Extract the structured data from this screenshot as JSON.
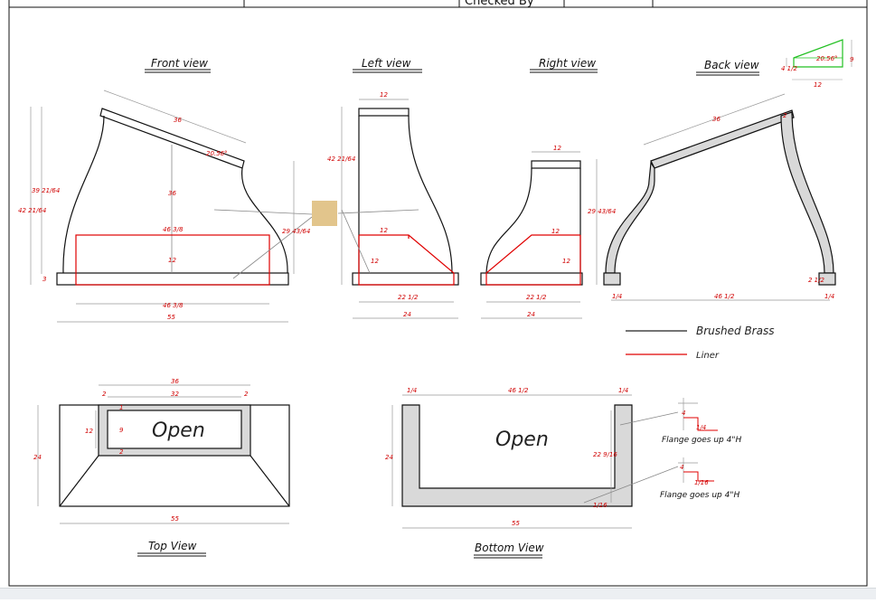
{
  "title_block": {
    "checked_by_label": "Checked By"
  },
  "views": {
    "front": "Front view",
    "left": "Left view",
    "right": "Right view",
    "back": "Back view",
    "top": "Top View",
    "bottom": "Bottom View"
  },
  "front_dims": {
    "top": "36",
    "angle": "20.56°",
    "center_h": "36",
    "width_liner": "46 3/8",
    "liner_h": "12",
    "bottom_liner": "46 3/8",
    "overall": "55",
    "h_outer": "42 21/64",
    "h_inner": "39 21/64",
    "right_h": "29 43/64",
    "base": "3"
  },
  "left_dims": {
    "top": "12",
    "h": "42 21/64",
    "liner_w": "12",
    "liner_h": "12",
    "inner": "22 1/2",
    "outer": "24"
  },
  "right_dims": {
    "top": "12",
    "h": "29 43/64",
    "liner_w": "12",
    "liner_h": "12",
    "inner": "22 1/2",
    "outer": "24"
  },
  "back_dims": {
    "top": "36",
    "corner": "2",
    "left": "1/4",
    "middle": "46 1/2",
    "right": "1/4",
    "ledge": "2 1/2"
  },
  "angle_detail": {
    "angle": "20.56°",
    "height": "9",
    "base": "12",
    "small": "4 1/2"
  },
  "legend": {
    "brass_label": "Brushed Brass",
    "liner_label": "Liner",
    "brass_color": "#222222",
    "liner_color": "#e00000"
  },
  "top_view": {
    "open": "Open",
    "width_36": "36",
    "width_32": "32",
    "left_2": "2",
    "right_2": "2",
    "h_12": "12",
    "h_9": "9",
    "top_1": "1",
    "bottom_2": "2",
    "depth_24": "24",
    "overall_55": "55"
  },
  "bottom_view": {
    "open": "Open",
    "left_14": "1/4",
    "middle": "46 1/2",
    "right_14": "1/4",
    "depth_24": "24",
    "inner_h": "22 9/16",
    "bottom_16": "1/16",
    "overall_55": "55"
  },
  "flanges": [
    {
      "dim_a": "4",
      "dim_b": "1/4",
      "note": "Flange goes up 4\"H"
    },
    {
      "dim_a": "4",
      "dim_b": "1/16",
      "note": "Flange goes up 4\"H"
    }
  ],
  "marker_color": "#e2c58c"
}
